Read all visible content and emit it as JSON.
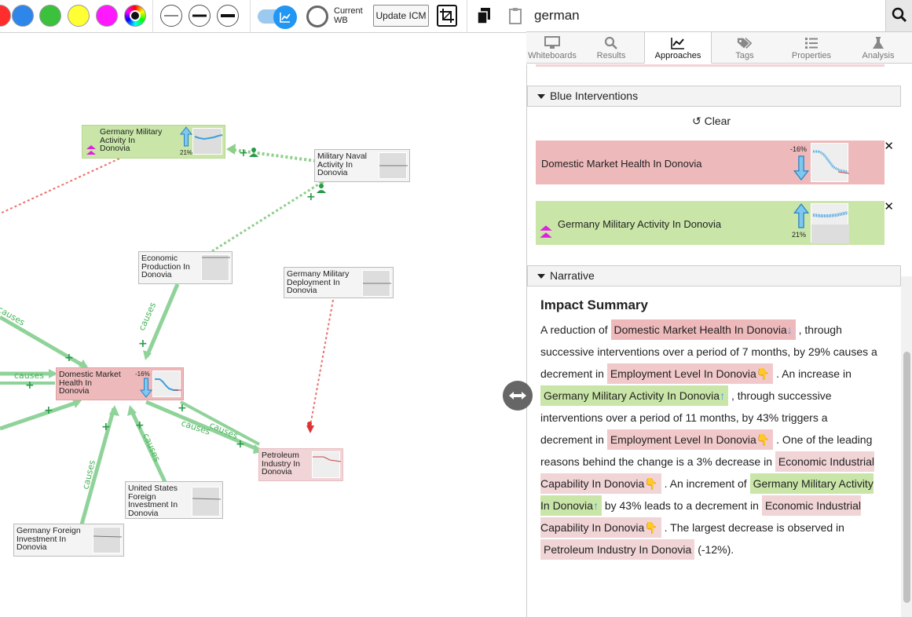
{
  "toolbar": {
    "swatches": [
      "#ff2d2d",
      "#2f86ea",
      "#3cc13c",
      "#ffff33",
      "#ff19ff"
    ],
    "current_wb_line1": "Current",
    "current_wb_line2": "WB",
    "update_label": "Update ICM"
  },
  "search": {
    "value": "german"
  },
  "tabs": [
    {
      "label": "Whiteboards"
    },
    {
      "label": "Results"
    },
    {
      "label": "Approaches"
    },
    {
      "label": "Tags"
    },
    {
      "label": "Properties"
    },
    {
      "label": "Analysis"
    }
  ],
  "graph": {
    "edge_label": "causes",
    "nodes": {
      "germany_military_activity": {
        "line1": "Germany Military",
        "line2": "Activity In",
        "line3": "Donovia",
        "pct": "21%"
      },
      "military_naval": {
        "line1": "Military Naval",
        "line2": "Activity In",
        "line3": "Donovia"
      },
      "economic_production": {
        "line1": "Economic",
        "line2": "Production In",
        "line3": "Donovia"
      },
      "germany_military_deployment": {
        "line1": "Germany Military",
        "line2": "Deployment In",
        "line3": "Donovia"
      },
      "domestic_market": {
        "line1": "Domestic Market",
        "line2": "Health In",
        "line3": "Donovia",
        "pct": "-16%"
      },
      "petroleum": {
        "line1": "Petroleum",
        "line2": "Industry In",
        "line3": "Donovia"
      },
      "us_foreign": {
        "line1": "United States",
        "line2": "Foreign",
        "line3": "Investment In",
        "line4": "Donovia"
      },
      "germany_foreign": {
        "line1": "Germany Foreign",
        "line2": "Investment In",
        "line3": "Donovia"
      }
    }
  },
  "blue_interventions": {
    "header": "Blue Interventions",
    "clear_label": "Clear",
    "cards": [
      {
        "label": "Domestic Market Health In Donovia",
        "pct": "-16%",
        "color": "#eeb9bb"
      },
      {
        "label": "Germany Military Activity In Donovia",
        "pct": "21%",
        "color": "#c9e6a8"
      }
    ]
  },
  "narrative": {
    "header": "Narrative",
    "title": "Impact Summary",
    "t1": "A reduction of",
    "h1": "Domestic Market Health In Donovia",
    "t2": ", through successive interventions over a period of 7 months, by 29% causes a decrement in",
    "h2": "Employment Level In Donovia",
    "t3": ". An increase in",
    "h3": "Germany Military Activity In Donovia",
    "t4": ", through successive interventions over a period of 11 months, by 43% triggers a decrement in",
    "h4": "Employment Level In Donovia",
    "t5": ". One of the leading reasons behind the change is a 3% decrease in",
    "h5": "Economic Industrial Capability In Donovia",
    "t6": ". An increment of",
    "h6": "Germany Military Activity In Donovia",
    "t7": "by 43% leads to a decrement in",
    "h7": "Economic Industrial Capability In Donovia",
    "t8": ". The largest decrease is observed in",
    "h8": "Petroleum Industry In Donovia",
    "t9": "(-12%)."
  }
}
